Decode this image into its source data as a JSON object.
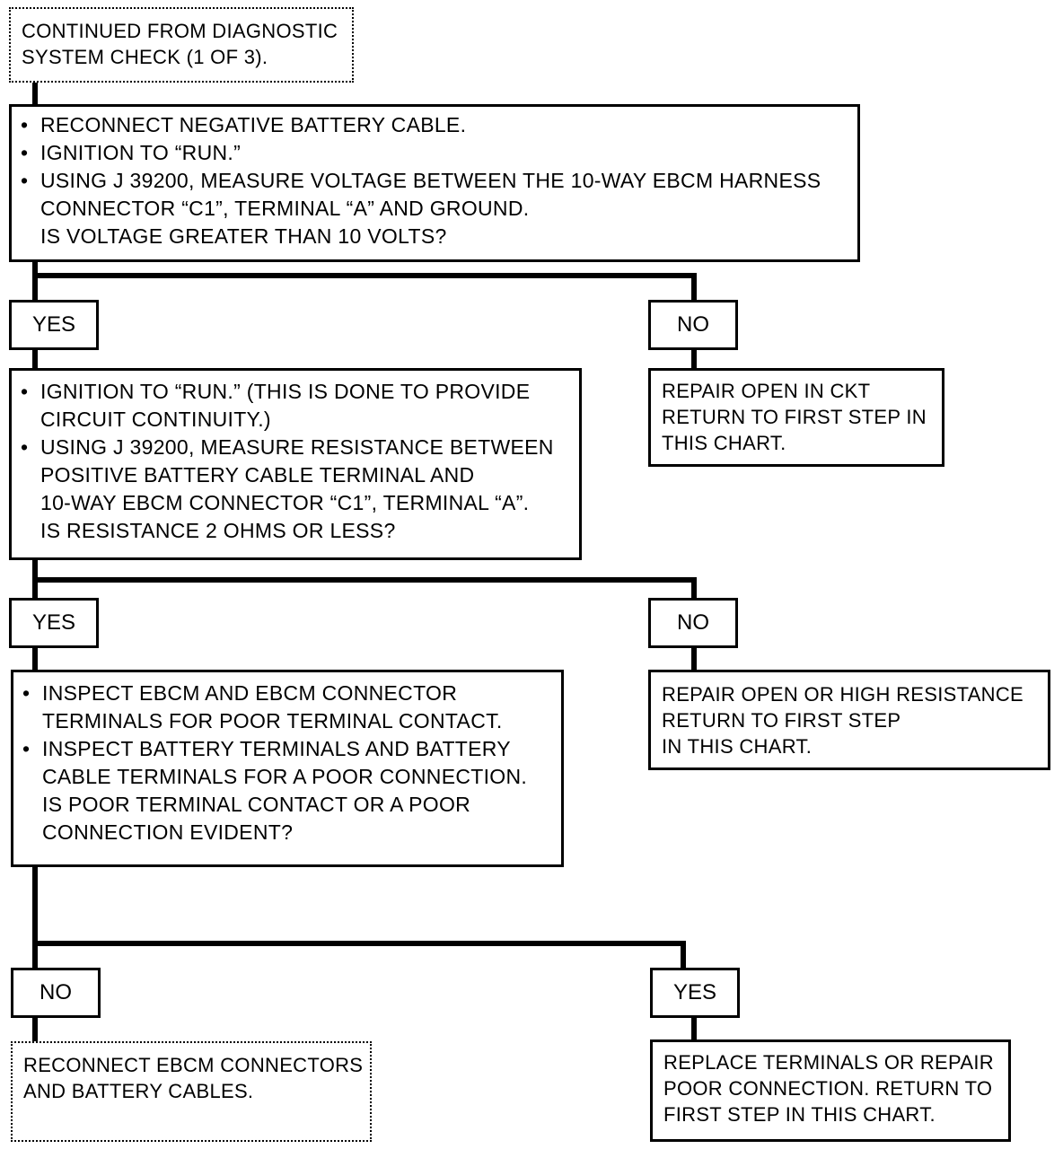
{
  "start": {
    "lines": [
      "CONTINUED FROM DIAGNOSTIC",
      "SYSTEM CHECK (1 OF 3)."
    ]
  },
  "step1": {
    "bullets": [
      [
        "RECONNECT NEGATIVE BATTERY CABLE."
      ],
      [
        "IGNITION TO “RUN.”"
      ],
      [
        "USING J 39200, MEASURE VOLTAGE BETWEEN THE 10-WAY EBCM HARNESS",
        "CONNECTOR “C1”, TERMINAL “A” AND GROUND."
      ]
    ],
    "question": "IS VOLTAGE GREATER THAN 10 VOLTS?"
  },
  "branch1": {
    "yes": "YES",
    "no": "NO",
    "no_action": [
      "REPAIR OPEN IN CKT",
      "RETURN TO FIRST STEP IN",
      "THIS CHART."
    ]
  },
  "step2": {
    "bullets": [
      [
        "IGNITION TO “RUN.” (THIS IS DONE TO PROVIDE",
        "CIRCUIT CONTINUITY.)"
      ],
      [
        "USING J 39200, MEASURE RESISTANCE BETWEEN",
        "POSITIVE BATTERY CABLE TERMINAL AND",
        "10-WAY EBCM CONNECTOR “C1”, TERMINAL “A”."
      ]
    ],
    "question": "IS RESISTANCE 2 OHMS OR LESS?"
  },
  "branch2": {
    "yes": "YES",
    "no": "NO",
    "no_action": [
      "REPAIR OPEN OR HIGH RESISTANCE",
      "RETURN TO FIRST STEP",
      "IN THIS CHART."
    ]
  },
  "step3": {
    "bullets": [
      [
        "INSPECT EBCM AND EBCM CONNECTOR",
        "TERMINALS FOR POOR TERMINAL CONTACT."
      ],
      [
        "INSPECT BATTERY TERMINALS AND BATTERY",
        "CABLE TERMINALS FOR A POOR CONNECTION."
      ]
    ],
    "question": [
      "IS POOR TERMINAL CONTACT OR A POOR",
      "CONNECTION EVIDENT?"
    ]
  },
  "branch3": {
    "no": "NO",
    "yes": "YES",
    "no_action": [
      "RECONNECT EBCM CONNECTORS",
      "AND BATTERY CABLES."
    ],
    "yes_action": [
      "REPLACE TERMINALS OR REPAIR",
      "POOR CONNECTION. RETURN TO",
      "FIRST STEP IN THIS CHART."
    ]
  }
}
